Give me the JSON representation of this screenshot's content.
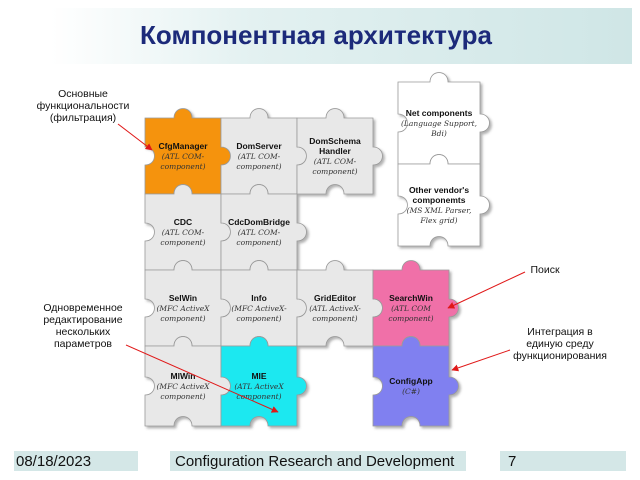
{
  "slide": {
    "title": "Компонентная архитектура",
    "notes": {
      "basic": "Основные функциональности (фильтрация)",
      "search": "Поиск",
      "simultaneous": "Одновременное редактирование нескольких параметров",
      "integration": "Интеграция в единую среду функционирования"
    },
    "pieces": [
      {
        "id": "cfgmanager",
        "label": "CfgManager",
        "sub": "(ATL COM-\ncomponent)",
        "color": "#f5930a"
      },
      {
        "id": "domserver",
        "label": "DomServer",
        "sub": "(ATL COM-\ncomponent)",
        "color": "#e8e8e8"
      },
      {
        "id": "domschema",
        "label": "DomSchema\nHandler",
        "sub": "(ATL COM-\ncomponent)",
        "color": "#e8e8e8"
      },
      {
        "id": "netcomponents",
        "label": "Net components",
        "sub": "(Language Support,\nBdi)",
        "color": "#ffffff"
      },
      {
        "id": "cdc",
        "label": "CDC",
        "sub": "(ATL COM-\ncomponent)",
        "color": "#e8e8e8"
      },
      {
        "id": "cdcdombridge",
        "label": "CdcDomBridge",
        "sub": "(ATL COM-\ncomponent)",
        "color": "#e8e8e8"
      },
      {
        "id": "othervendor",
        "label": "Other vendor's\ncomponemts",
        "sub": "(MS XML Parser,\nFlex grid)",
        "color": "#ffffff"
      },
      {
        "id": "selwin",
        "label": "SelWin",
        "sub": "(MFC ActiveX\ncomponent)",
        "color": "#e8e8e8"
      },
      {
        "id": "info",
        "label": "Info",
        "sub": "(MFC ActiveX-\ncomponent)",
        "color": "#e8e8e8"
      },
      {
        "id": "grideditor",
        "label": "GridEditor",
        "sub": "(ATL ActiveX-\ncomponent)",
        "color": "#e8e8e8"
      },
      {
        "id": "searchwin",
        "label": "SearchWin",
        "sub": "(ATL COM\ncomponent)",
        "color": "#f070a8"
      },
      {
        "id": "mlwin",
        "label": "MlWin",
        "sub": "(MFC ActiveX\ncomponent)",
        "color": "#e8e8e8"
      },
      {
        "id": "mie",
        "label": "MIE",
        "sub": "(ATL ActiveX\ncomponent)",
        "color": "#1ee8f0"
      },
      {
        "id": "configapp",
        "label": "ConfigApp",
        "sub": "(C#)",
        "color": "#8080f0"
      }
    ],
    "footer": {
      "date": "08/18/2023",
      "center": "Configuration Research and Development",
      "page": "7"
    }
  }
}
